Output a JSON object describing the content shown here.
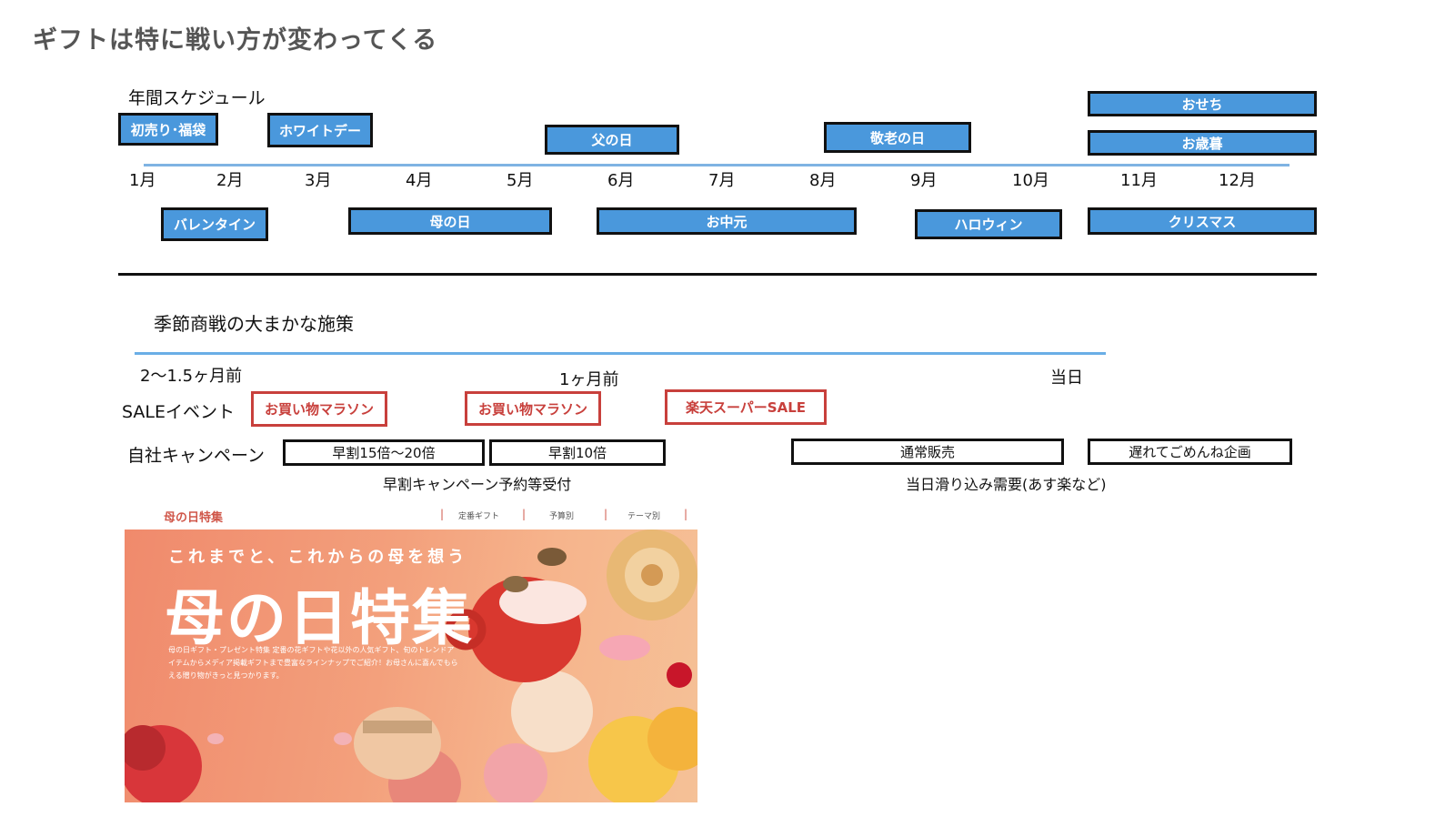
{
  "slide_title": "ギフトは特に戦い方が変わってくる",
  "schedule": {
    "title": "年間スケジュール",
    "months": [
      "1月",
      "2月",
      "3月",
      "4月",
      "5月",
      "6月",
      "7月",
      "8月",
      "9月",
      "10月",
      "11月",
      "12月"
    ],
    "events_top": [
      "初売り･福袋",
      "ホワイトデー",
      "父の日",
      "敬老の日",
      "おせち",
      "お歳暮"
    ],
    "events_bottom": [
      "バレンタイン",
      "母の日",
      "お中元",
      "ハロウィン",
      "クリスマス"
    ]
  },
  "strategy": {
    "title": "季節商戦の大まかな施策",
    "phases": [
      "2〜1.5ヶ月前",
      "1ヶ月前",
      "当日"
    ],
    "sale_label": "SALEイベント",
    "sale_events": [
      "お買い物マラソン",
      "お買い物マラソン",
      "楽天スーパーSALE"
    ],
    "campaign_label": "自社キャンペーン",
    "campaigns": [
      "早割15倍〜20倍",
      "早割10倍",
      "通常販売",
      "遅れてごめんね企画"
    ],
    "notes": [
      "早割キャンペーン予約等受付",
      "当日滑り込み需要(あす楽など)"
    ]
  },
  "banner": {
    "header": "母の日特集",
    "nav": [
      "定番ギフト",
      "予算別",
      "テーマ別"
    ],
    "subtitle": "これまでと、これからの母を想う",
    "title": "母の日特集",
    "description": "母の日ギフト・プレゼント特集 定番の花ギフトや花以外の人気ギフト、旬のトレンドアイテムからメディア掲載ギフトまで豊富なラインナップでご紹介！お母さんに喜んでもらえる贈り物がきっと見つかります。"
  },
  "colors": {
    "event_blue": "#4a98dc",
    "sale_red": "#c8403c",
    "banner_orange": "#f08a6c"
  }
}
